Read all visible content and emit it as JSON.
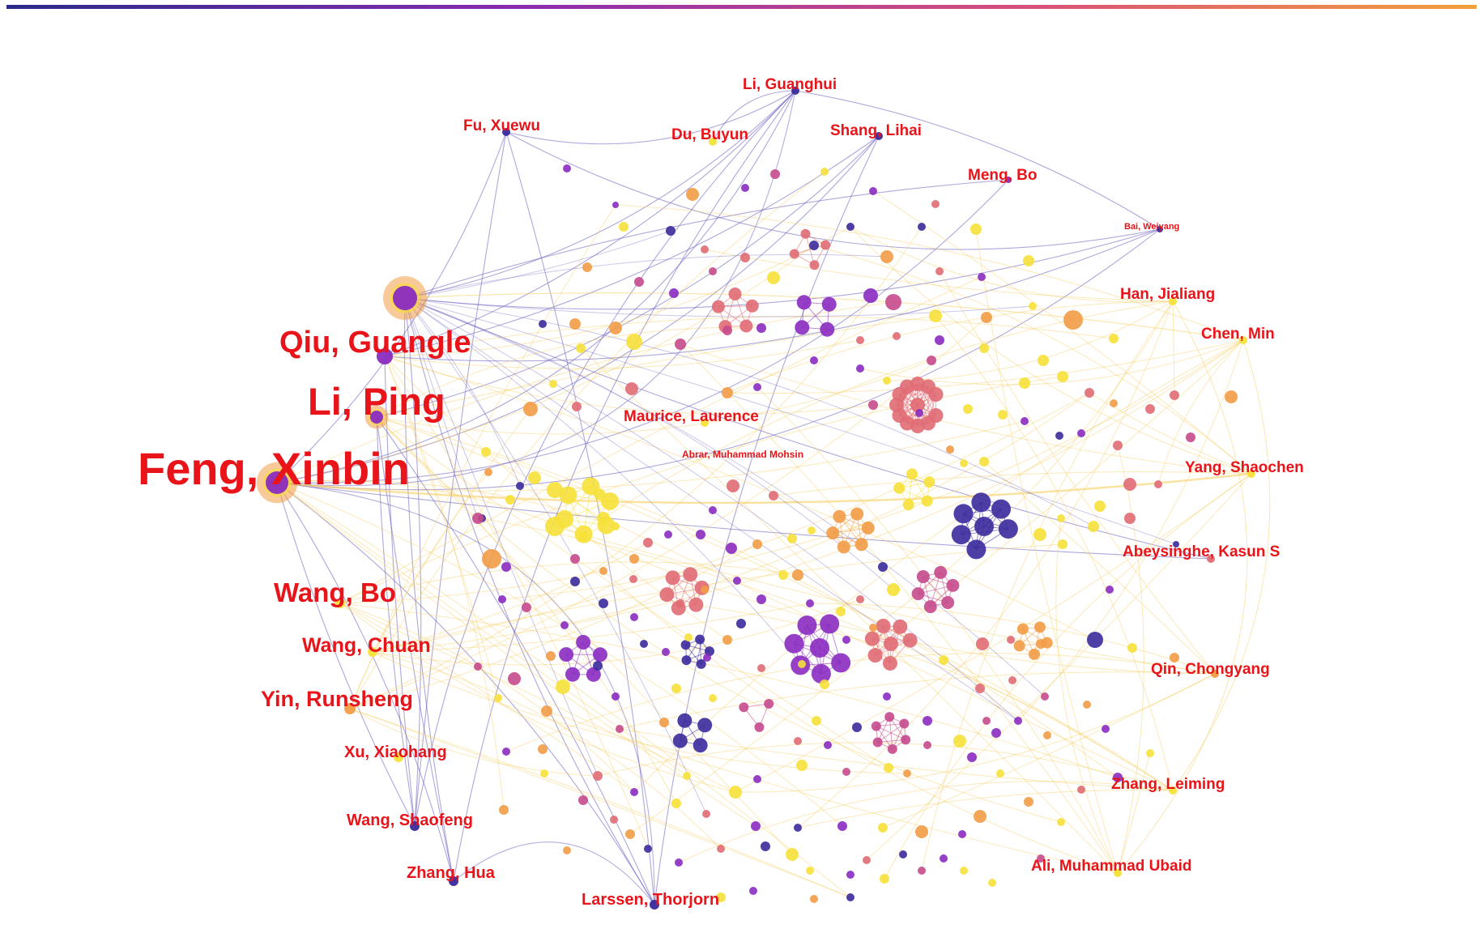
{
  "colors": {
    "label": "#e8141a",
    "edge_purple": "#6a5fbf",
    "edge_yellow": "#f6cf63",
    "node_dark_blue": "#3b2a9c",
    "node_purple": "#8a2bc0",
    "node_magenta": "#c54a8c",
    "node_pink": "#e06c74",
    "node_orange": "#f29c46",
    "node_yellow": "#f6e13a",
    "banner_gradient": [
      "#2a2a8a",
      "#8a2bb0",
      "#d9507a",
      "#f2a03a"
    ]
  },
  "authors": [
    {
      "id": "feng-xinbin",
      "name": "Feng, Xinbin"
    },
    {
      "id": "li-ping",
      "name": "Li, Ping"
    },
    {
      "id": "qiu-guangle",
      "name": "Qiu, Guangle"
    },
    {
      "id": "wang-bo",
      "name": "Wang, Bo"
    },
    {
      "id": "yin-runsheng",
      "name": "Yin, Runsheng"
    },
    {
      "id": "wang-chuan",
      "name": "Wang, Chuan"
    },
    {
      "id": "xu-xiaohang",
      "name": "Xu, Xiaohang"
    },
    {
      "id": "wang-shaofeng",
      "name": "Wang, Shaofeng"
    },
    {
      "id": "zhang-hua",
      "name": "Zhang, Hua"
    },
    {
      "id": "larssen-thorjorn",
      "name": "Larssen, Thorjorn"
    },
    {
      "id": "fu-xuewu",
      "name": "Fu, Xuewu"
    },
    {
      "id": "li-guanghui",
      "name": "Li, Guanghui"
    },
    {
      "id": "du-buyun",
      "name": "Du, Buyun"
    },
    {
      "id": "shang-lihai",
      "name": "Shang, Lihai"
    },
    {
      "id": "meng-bo",
      "name": "Meng, Bo"
    },
    {
      "id": "bai-weiyang",
      "name": "Bai, Weiyang"
    },
    {
      "id": "han-jialiang",
      "name": "Han, Jialiang"
    },
    {
      "id": "chen-min",
      "name": "Chen, Min"
    },
    {
      "id": "maurice-laurence",
      "name": "Maurice, Laurence"
    },
    {
      "id": "abrar-muhammad-mohsin",
      "name": "Abrar, Muhammad Mohsin"
    },
    {
      "id": "yang-shaochen",
      "name": "Yang, Shaochen"
    },
    {
      "id": "abeysinghe-kasun-s",
      "name": "Abeysinghe, Kasun S"
    },
    {
      "id": "qin-chongyang",
      "name": "Qin, Chongyang"
    },
    {
      "id": "zhang-leiming",
      "name": "Zhang, Leiming"
    },
    {
      "id": "ali-muhammad-ubaid",
      "name": "Ali, Muhammad Ubaid"
    }
  ]
}
